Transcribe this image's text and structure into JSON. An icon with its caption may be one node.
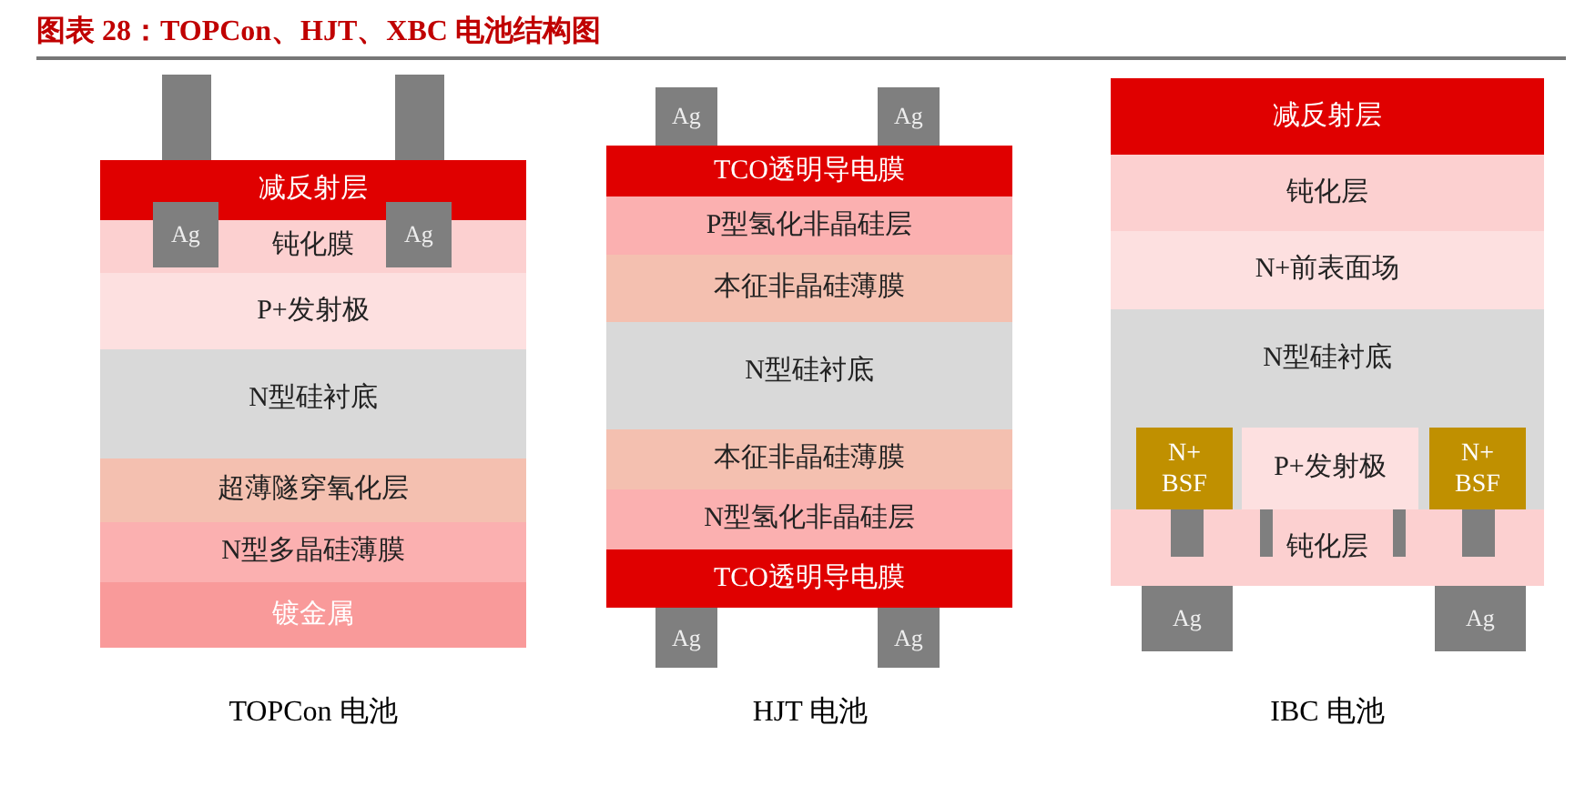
{
  "diagram": {
    "title": "图表 28：TOPCon、HJT、XBC 电池结构图",
    "nodes": [
      {
        "text": [],
        "shape": "bar"
      },
      {
        "text": [],
        "shape": "bar"
      },
      {
        "text": [
          "减反射层"
        ]
      },
      {
        "text": [
          "钝化膜"
        ]
      },
      {
        "text": [
          "Ag"
        ]
      },
      {
        "text": [
          "Ag"
        ]
      },
      {
        "text": [
          "P+发射极"
        ]
      },
      {
        "text": [
          "N型硅衬底"
        ]
      },
      {
        "text": [
          "超薄隧穿氧化层"
        ]
      },
      {
        "text": [
          "N型多晶硅薄膜"
        ]
      },
      {
        "text": [
          "镀金属"
        ]
      },
      {
        "text": [
          "Ag"
        ]
      },
      {
        "text": [
          "Ag"
        ]
      },
      {
        "text": [
          "TCO透明导电膜"
        ]
      },
      {
        "text": [
          "P型氢化非晶硅层"
        ]
      },
      {
        "text": [
          "本征非晶硅薄膜"
        ]
      },
      {
        "text": [
          "N型硅衬底"
        ]
      },
      {
        "text": [
          "本征非晶硅薄膜"
        ]
      },
      {
        "text": [
          "N型氢化非晶硅层"
        ]
      },
      {
        "text": [
          "TCO透明导电膜"
        ]
      },
      {
        "text": [
          "Ag"
        ]
      },
      {
        "text": [
          "Ag"
        ]
      },
      {
        "text": [
          "减反射层"
        ]
      },
      {
        "text": [
          "钝化层"
        ]
      },
      {
        "text": [
          "N+前表面场"
        ]
      },
      {
        "text": [
          "N型硅衬底"
        ]
      },
      {
        "text": [
          "N+ BSF"
        ],
        "in": 25
      },
      {
        "text": [
          "P+发射极"
        ],
        "in": 25
      },
      {
        "text": [
          "N+ BSF"
        ],
        "in": 25
      },
      {
        "text": [
          "钝化层"
        ]
      },
      {
        "text": [],
        "shape": "bar",
        "in": 29
      },
      {
        "text": [],
        "shape": "bar",
        "in": 29
      },
      {
        "text": [],
        "shape": "bar",
        "in": 29
      },
      {
        "text": [],
        "shape": "bar",
        "in": 29
      },
      {
        "text": [
          "Ag"
        ]
      },
      {
        "text": [
          "Ag"
        ]
      }
    ],
    "labels": [
      "TOPCon 电池",
      "HJT 电池",
      "IBC 电池"
    ]
  }
}
